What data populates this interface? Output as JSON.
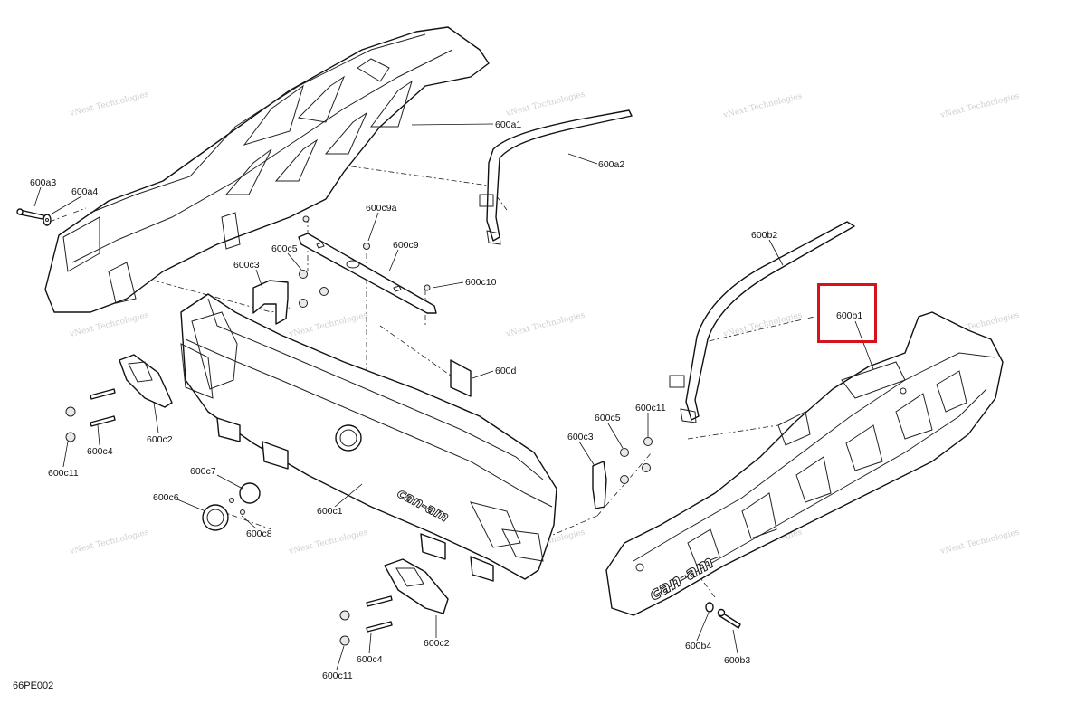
{
  "watermark": {
    "line1": "vNext",
    "line2": "Technologies",
    "line_small": "vNext Technologies"
  },
  "page_code": "66PE002",
  "highlight_color": "#d6121a",
  "labels": {
    "l600a1": "600a1",
    "l600a2": "600a2",
    "l600a3": "600a3",
    "l600a4": "600a4",
    "l600b1": "600b1",
    "l600b2": "600b2",
    "l600b3": "600b3",
    "l600b4": "600b4",
    "l600c1": "600c1",
    "l600c2_a": "600c2",
    "l600c2_b": "600c2",
    "l600c3_a": "600c3",
    "l600c3_b": "600c3",
    "l600c4_a": "600c4",
    "l600c4_b": "600c4",
    "l600c5_a": "600c5",
    "l600c5_b": "600c5",
    "l600c6": "600c6",
    "l600c7": "600c7",
    "l600c8": "600c8",
    "l600c9": "600c9",
    "l600c9a": "600c9a",
    "l600c10": "600c10",
    "l600c11_a": "600c11",
    "l600c11_b": "600c11",
    "l600c11_c": "600c11",
    "l600d": "600d"
  },
  "logo_text": "can-am"
}
